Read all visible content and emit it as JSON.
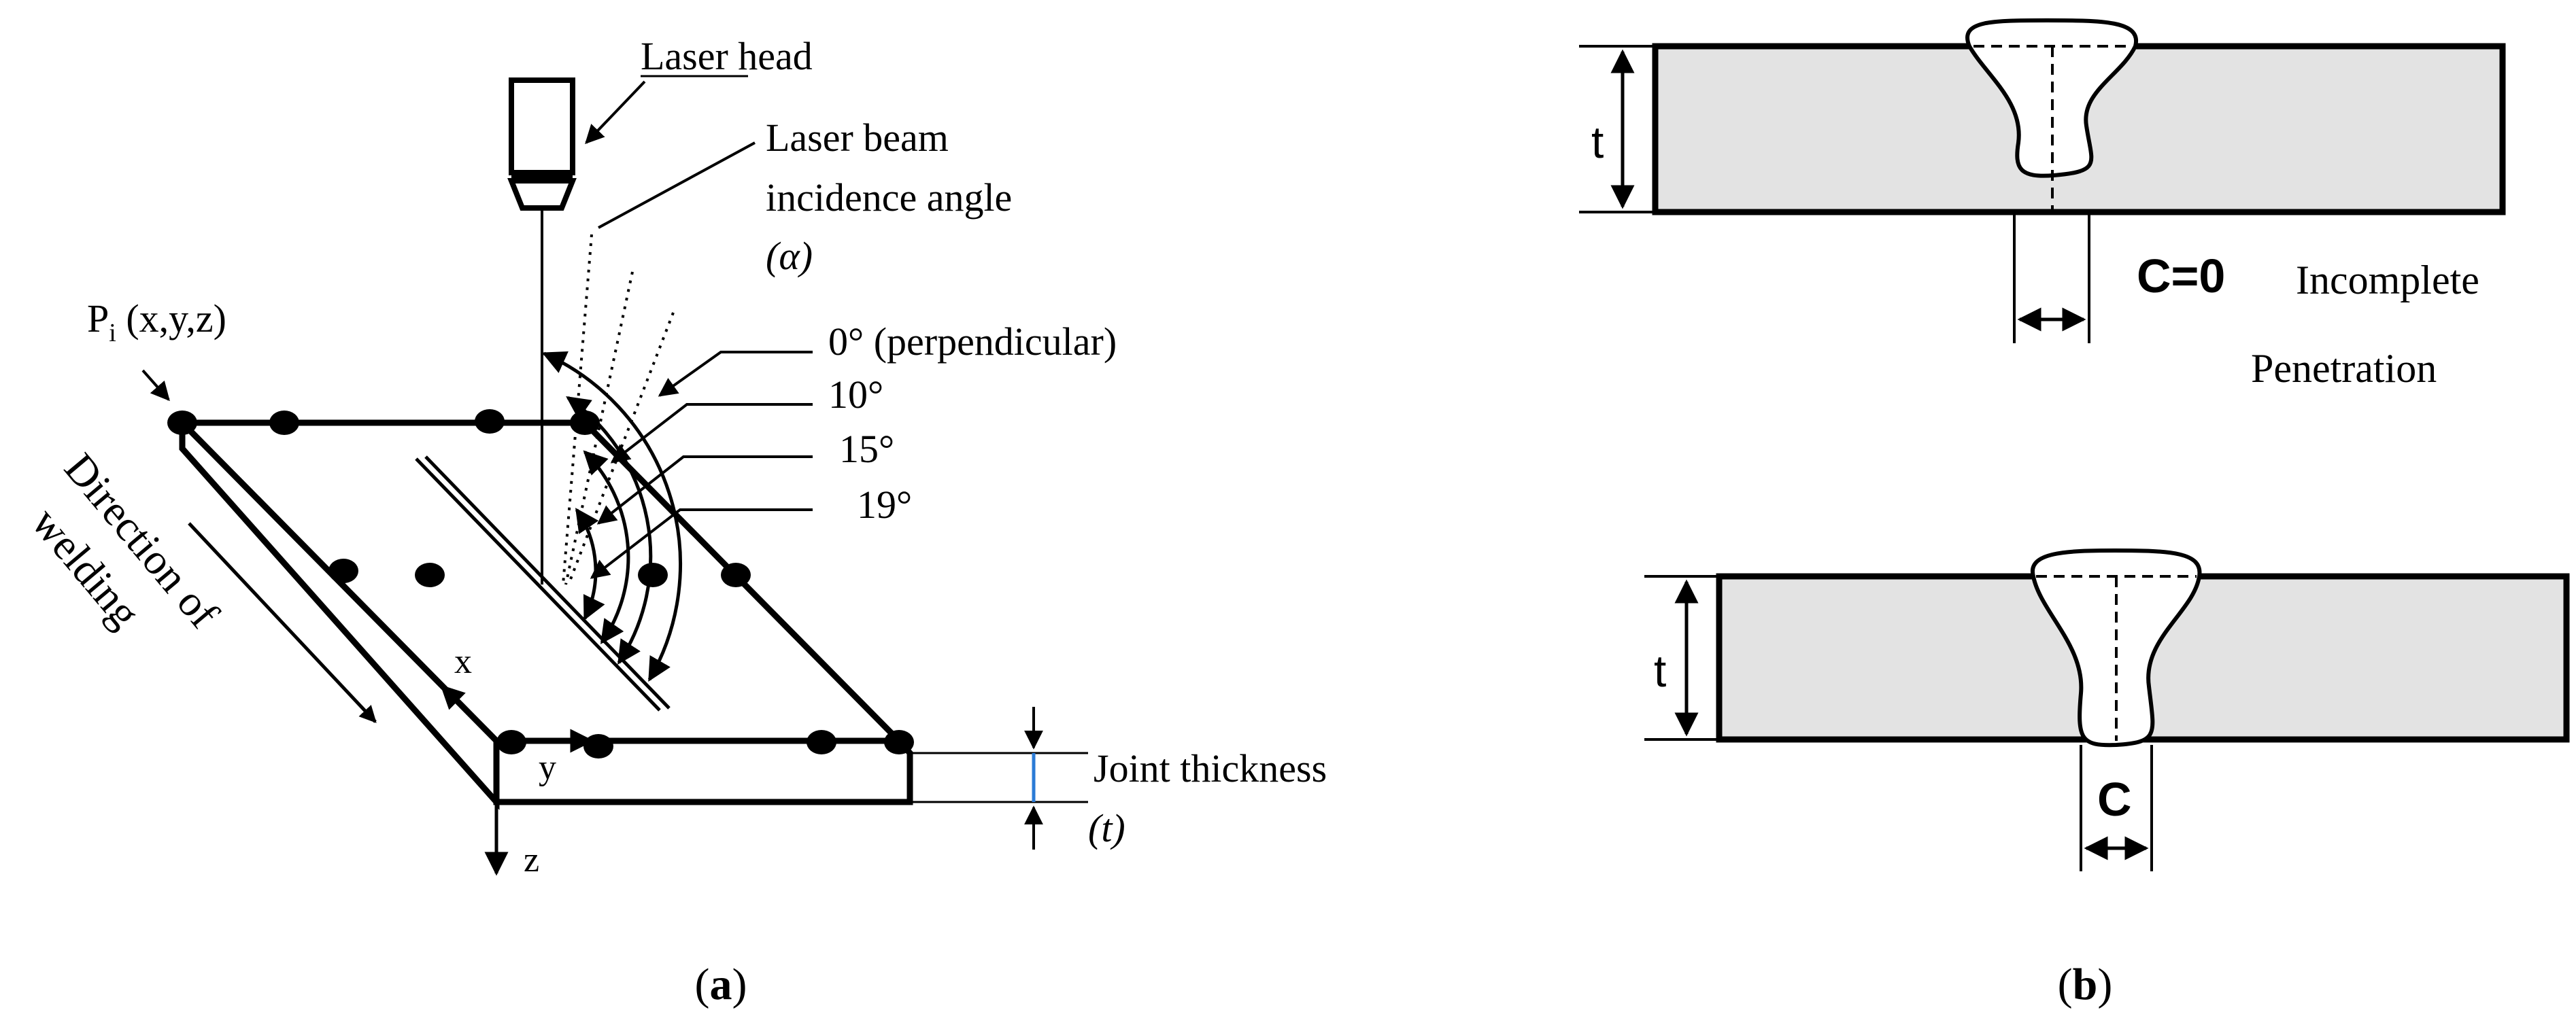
{
  "panel_a": {
    "caption_open": "(",
    "caption_letter": "a",
    "caption_close": ")",
    "laser_head": "Laser head",
    "angle_line1": "Laser beam",
    "angle_line2": "incidence angle",
    "angle_symbol": "(α)",
    "point_label_P": "P",
    "point_label_sub": "i",
    "point_label_coords": " (x,y,z)",
    "angles": [
      "0° (perpendicular)",
      "10°",
      "15°",
      "19°"
    ],
    "direction_line1": "Direction of",
    "direction_line2": "welding",
    "axis_x": "x",
    "axis_y": "y",
    "axis_z": "z",
    "joint_thickness": "Joint thickness",
    "joint_symbol": "(t)"
  },
  "panel_b": {
    "caption_open": "(",
    "caption_letter": "b",
    "caption_close": ")",
    "top": {
      "thickness_label": "t",
      "c_label": "C=0",
      "note_line1": "Incomplete",
      "note_line2": "Penetration"
    },
    "bottom": {
      "thickness_label": "t",
      "c_label": "C"
    }
  },
  "colors": {
    "plate_fill": "#e3e3e3",
    "line": "#000000",
    "thickness_marker": "#2b7bd6"
  }
}
